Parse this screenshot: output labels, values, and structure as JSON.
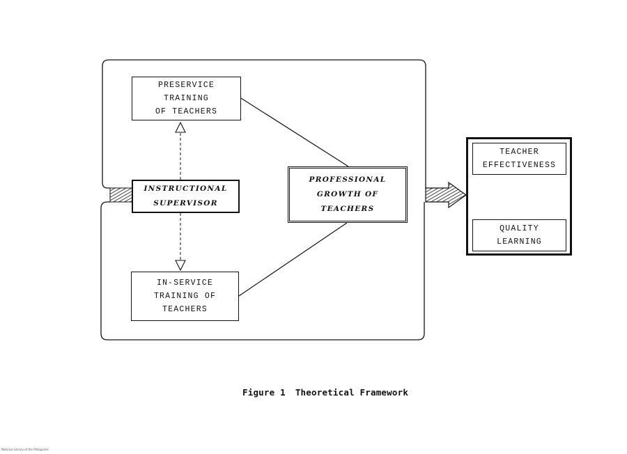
{
  "figure": {
    "caption_label": "Figure 1",
    "caption_title": "Theoretical Framework"
  },
  "nodes": {
    "preservice": {
      "lines": [
        "PRESERVICE",
        "TRAINING",
        "OF TEACHERS"
      ]
    },
    "supervisor": {
      "lines": [
        "INSTRUCTIONAL",
        "SUPERVISOR"
      ]
    },
    "inservice": {
      "lines": [
        "IN-SERVICE",
        "TRAINING OF",
        "TEACHERS"
      ]
    },
    "growth": {
      "lines": [
        "PROFESSIONAL",
        "GROWTH OF",
        "TEACHERS"
      ]
    },
    "effectiveness": {
      "lines": [
        "TEACHER",
        "EFFECTIVENESS"
      ]
    },
    "quality": {
      "lines": [
        "QUALITY",
        "LEARNING"
      ]
    }
  },
  "footer": {
    "note": "National Library of the Philippines"
  },
  "colors": {
    "ink": "#111111",
    "paper": "#ffffff"
  }
}
